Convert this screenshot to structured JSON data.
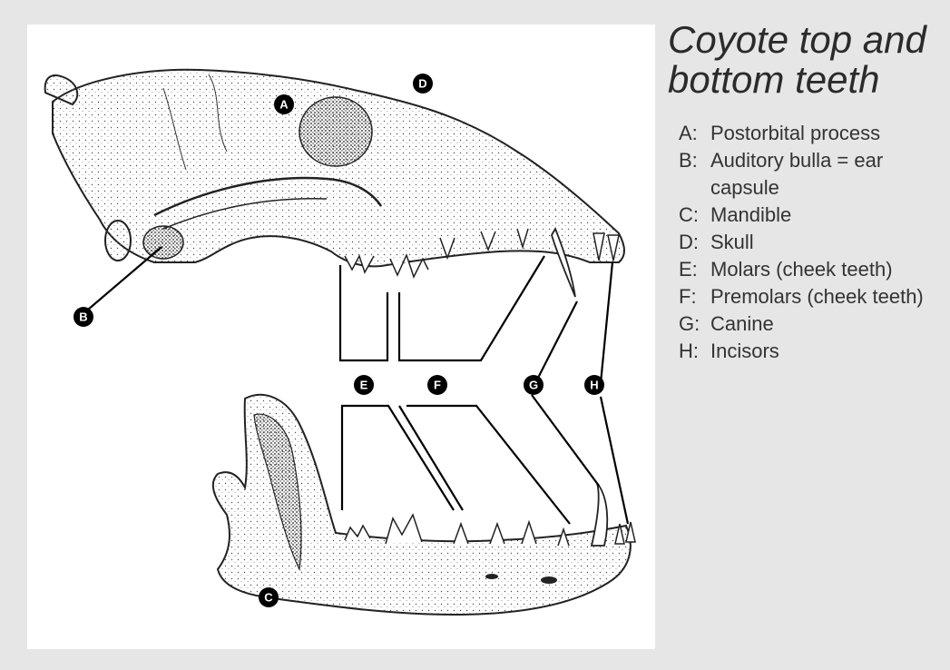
{
  "title": "Coyote top and\nbottom teeth",
  "badges": {
    "A": "A",
    "B": "B",
    "C": "C",
    "D": "D",
    "E": "E",
    "F": "F",
    "G": "G",
    "H": "H"
  },
  "legend": [
    {
      "key": "A:",
      "text": "Postorbital process"
    },
    {
      "key": "B:",
      "text": "Auditory bulla = ear capsule"
    },
    {
      "key": "C:",
      "text": "Mandible"
    },
    {
      "key": "D:",
      "text": "Skull"
    },
    {
      "key": "E:",
      "text": "Molars (cheek teeth)"
    },
    {
      "key": "F:",
      "text": "Premolars (cheek teeth)"
    },
    {
      "key": "G:",
      "text": "Canine"
    },
    {
      "key": "H:",
      "text": "Incisors"
    }
  ]
}
